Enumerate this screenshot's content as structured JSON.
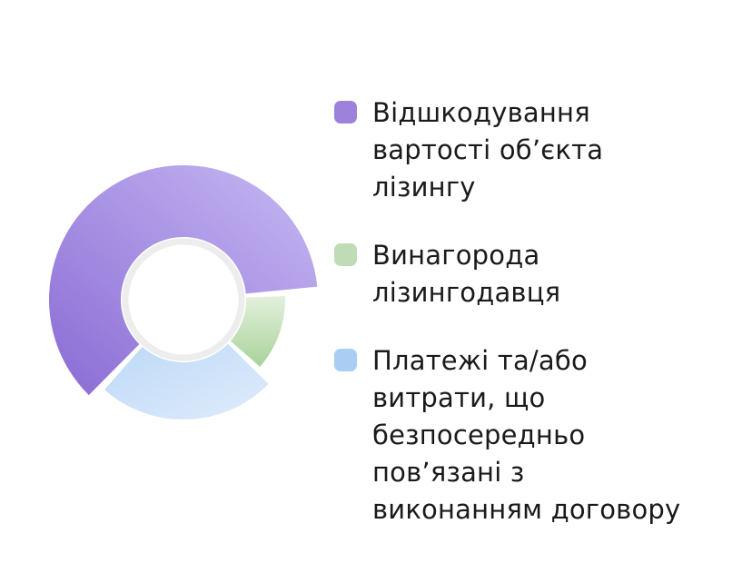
{
  "chart_data": {
    "type": "pie",
    "categories": [
      "Відшкодування\nвартості об’єкта\nлізингу",
      "Винагорода\nлізингодавця",
      "Платежі та/або\nвитрати, що\nбезпосередньо\nпов’язані з\nвиконанням договору"
    ],
    "values": [
      62,
      13,
      25
    ],
    "colors": [
      "#9d82dc",
      "#bfdcb6",
      "#a9cdf3"
    ]
  }
}
